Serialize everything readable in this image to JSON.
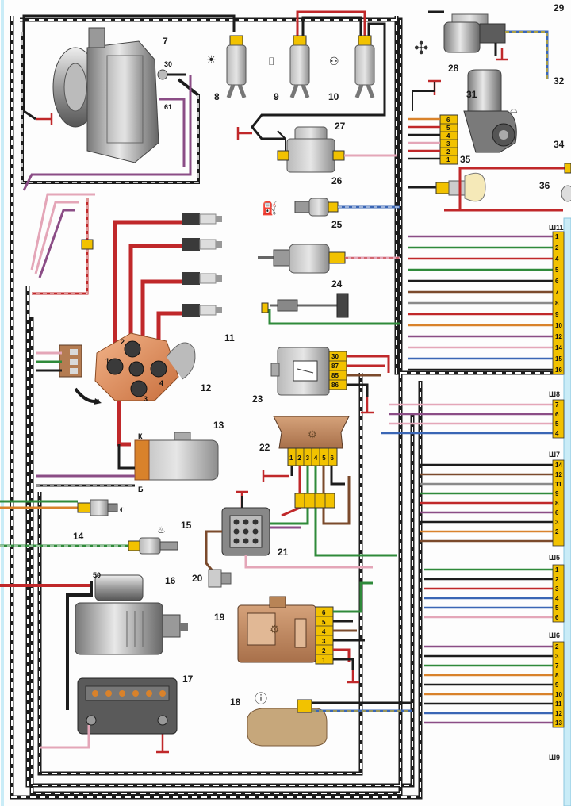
{
  "components": [
    {
      "id": "7",
      "label": "7"
    },
    {
      "id": "8",
      "label": "8"
    },
    {
      "id": "9",
      "label": "9"
    },
    {
      "id": "10",
      "label": "10"
    },
    {
      "id": "11",
      "label": "11"
    },
    {
      "id": "12",
      "label": "12"
    },
    {
      "id": "13",
      "label": "13"
    },
    {
      "id": "14",
      "label": "14"
    },
    {
      "id": "15",
      "label": "15"
    },
    {
      "id": "16",
      "label": "16"
    },
    {
      "id": "17",
      "label": "17"
    },
    {
      "id": "18",
      "label": "18"
    },
    {
      "id": "19",
      "label": "19"
    },
    {
      "id": "20",
      "label": "20"
    },
    {
      "id": "21",
      "label": "21"
    },
    {
      "id": "22",
      "label": "22"
    },
    {
      "id": "23",
      "label": "23"
    },
    {
      "id": "24",
      "label": "24"
    },
    {
      "id": "25",
      "label": "25"
    },
    {
      "id": "26",
      "label": "26"
    },
    {
      "id": "27",
      "label": "27"
    },
    {
      "id": "28",
      "label": "28"
    },
    {
      "id": "29",
      "label": "29"
    },
    {
      "id": "31",
      "label": "31"
    },
    {
      "id": "32",
      "label": "32"
    },
    {
      "id": "34",
      "label": "34"
    },
    {
      "id": "35",
      "label": "35"
    },
    {
      "id": "36",
      "label": "36"
    }
  ],
  "alternator_terminals": [
    "30",
    "61"
  ],
  "coil_terminals": [
    "К",
    "Б"
  ],
  "starter_terminals": [
    "50"
  ],
  "distributor_terminals": [
    "1",
    "2",
    "3",
    "4"
  ],
  "relay_23_pins": [
    "30",
    "87",
    "85",
    "86"
  ],
  "relay_22_pins": [
    "1",
    "2",
    "3",
    "4",
    "5",
    "6"
  ],
  "relay_19_pins": [
    "6",
    "5",
    "4",
    "3",
    "2",
    "1"
  ],
  "motor_31_pins": [
    "6",
    "5",
    "4",
    "3",
    "2",
    "1"
  ],
  "connectors": {
    "sh11": {
      "label": "Ш11",
      "pins": [
        "1",
        "2",
        "4",
        "5",
        "6",
        "7",
        "8",
        "9",
        "10",
        "12",
        "14",
        "15",
        "16"
      ]
    },
    "sh8": {
      "label": "Ш8",
      "pins": [
        "7",
        "6",
        "5",
        "4"
      ]
    },
    "sh7": {
      "label": "Ш7",
      "pins": [
        "14",
        "12",
        "11",
        "9",
        "8",
        "6",
        "3",
        "2"
      ]
    },
    "sh5": {
      "label": "Ш5",
      "pins": [
        "1",
        "2",
        "3",
        "4",
        "5",
        "6"
      ]
    },
    "sh6": {
      "label": "Ш6",
      "pins": [
        "2",
        "3",
        "7",
        "8",
        "9",
        "10",
        "11",
        "12",
        "13"
      ]
    },
    "sh9": {
      "label": "Ш9"
    }
  },
  "colors": {
    "red": "#c0282a",
    "black": "#1c1c1c",
    "green": "#2f8a3a",
    "blue": "#3a66b5",
    "brown": "#7b4a2c",
    "pink": "#e4a6b8",
    "purple": "#8b4d86",
    "grey": "#8a8a8a",
    "orange": "#d9822b",
    "yellow": "#f2c200",
    "cyan": "#c9ecf7"
  }
}
